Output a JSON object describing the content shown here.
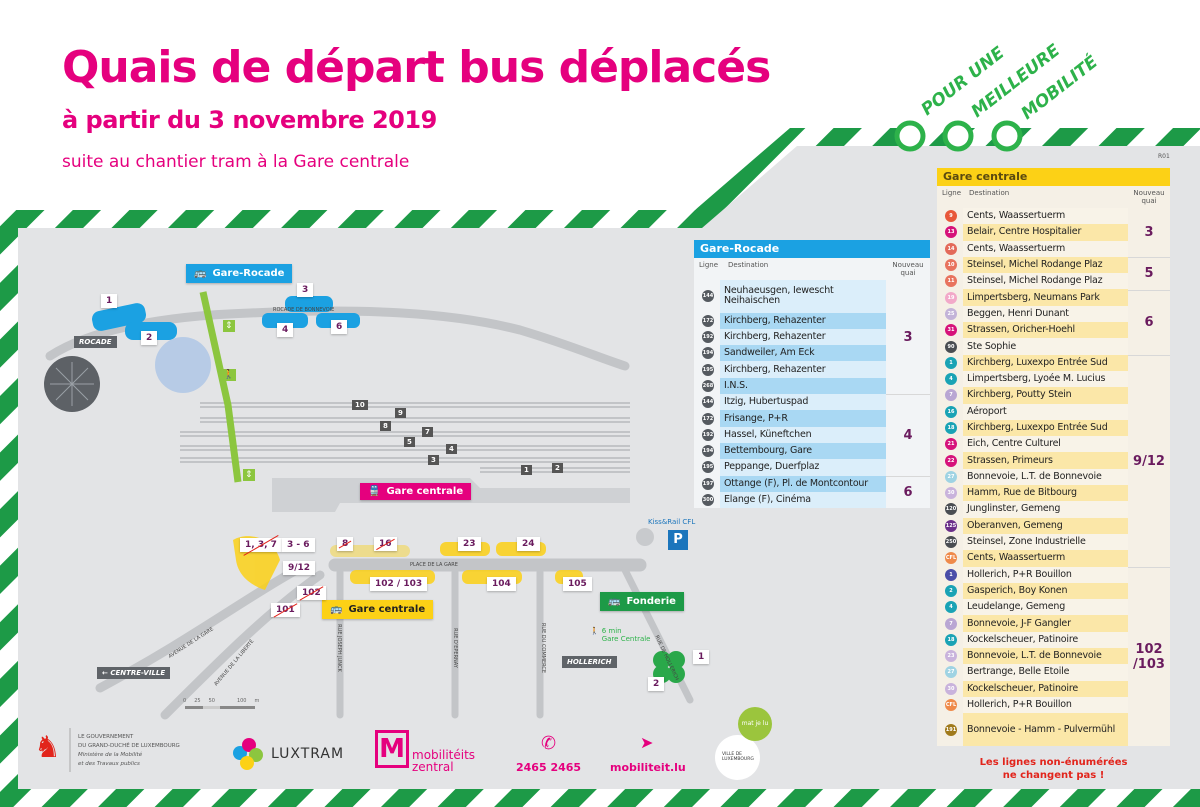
{
  "header": {
    "title": "Quais de départ bus déplacés",
    "subtitle": "à partir du 3 novembre 2019",
    "tagline": "suite au chantier tram à la Gare centrale",
    "slogan": [
      "POUR UNE",
      "MEILLEURE",
      "MOBILITÉ"
    ],
    "ref": "R01"
  },
  "colors": {
    "brand_pink": "#e5007e",
    "frame_green": "#1d9a47",
    "rocade_blue": "#1ba1e2",
    "centrale_yellow": "#fcd116",
    "map_bg": "#e3e4e6"
  },
  "map": {
    "signs": {
      "gare_rocade": "Gare-Rocade",
      "gare_centrale_train": "Gare centrale",
      "gare_centrale_bus": "Gare centrale",
      "fonderie": "Fonderie"
    },
    "roads": {
      "rocade": "ROCADE",
      "rocade_bonnevoie": "ROCADE DE BONNEVOIE",
      "place_gare": "PLACE DE LA GARE",
      "avenue_gare": "AVENUE DE LA GARE",
      "avenue_liberte": "AVENUE DE LA LIBERTÉ",
      "rue_junck": "RUE JOSEPH JUNCK",
      "rue_epernay": "RUE D'EPERNAY",
      "rue_commerce": "RUE DU COMMERCE",
      "rue_hollerich": "RUE DE HOLLERICH"
    },
    "places": {
      "centre_ville": "CENTRE-VILLE",
      "hollerich": "HOLLERICH",
      "kiss_rail": "Kiss&Rail CFL",
      "walk_time": "6 min",
      "walk_dest": "Gare Centrale",
      "parking": "P"
    },
    "rocade_stops": [
      "1",
      "2",
      "3",
      "4",
      "6"
    ],
    "centrale_stops": {
      "s137": "1, 3, 7",
      "s36": "3 - 6",
      "s912": "9/12",
      "s8": "8",
      "s16": "16",
      "s23": "23",
      "s24": "24",
      "s102103": "102 / 103",
      "s104": "104",
      "s105": "105",
      "s102": "102",
      "s101": "101"
    },
    "fonderie_stops": [
      "1",
      "2"
    ],
    "tracks": [
      "10",
      "9",
      "8",
      "7",
      "5",
      "4",
      "3",
      "2",
      "1"
    ],
    "scale": [
      "0",
      "25",
      "50",
      "100"
    ],
    "scale_unit": "m"
  },
  "gare_rocade": {
    "title": "Gare-Rocade",
    "col_ligne": "Ligne",
    "col_destination": "Destination",
    "col_quai": "Nouveau quai",
    "rows": [
      {
        "line": "144",
        "dest": "Neuhaeusgen, Iewescht Neihaischen",
        "color": "#555a60"
      },
      {
        "line": "172",
        "dest": "Kirchberg, Rehazenter",
        "color": "#555a60"
      },
      {
        "line": "192",
        "dest": "Kirchberg, Rehazenter",
        "color": "#555a60"
      },
      {
        "line": "194",
        "dest": "Sandweiler, Am Eck",
        "color": "#555a60"
      },
      {
        "line": "195",
        "dest": "Kirchberg, Rehazenter",
        "color": "#555a60"
      },
      {
        "line": "268",
        "dest": "I.N.S.",
        "color": "#555a60"
      },
      {
        "line": "144",
        "dest": "Itzig, Hubertuspad",
        "color": "#555a60"
      },
      {
        "line": "172",
        "dest": "Frisange, P+R",
        "color": "#555a60"
      },
      {
        "line": "192",
        "dest": "Hassel, Küneftchen",
        "color": "#555a60"
      },
      {
        "line": "194",
        "dest": "Bettembourg, Gare",
        "color": "#555a60"
      },
      {
        "line": "195",
        "dest": "Peppange, Duerfplaz",
        "color": "#555a60"
      },
      {
        "line": "197",
        "dest": "Ottange (F), Pl. de Montcontour",
        "color": "#555a60"
      },
      {
        "line": "300",
        "dest": "Elange (F), Cinéma",
        "color": "#555a60"
      }
    ],
    "groups": [
      {
        "quai": "3",
        "rows": 6
      },
      {
        "quai": "4",
        "rows": 5
      },
      {
        "quai": "6",
        "rows": 2
      }
    ]
  },
  "gare_centrale": {
    "title": "Gare centrale",
    "col_ligne": "Ligne",
    "col_destination": "Destination",
    "col_quai": "Nouveau quai",
    "rows": [
      {
        "line": "9",
        "dest": "Cents, Waassertuerm",
        "color": "#e8583a"
      },
      {
        "line": "13",
        "dest": "Belair, Centre Hospitalier",
        "color": "#d6127a"
      },
      {
        "line": "14",
        "dest": "Cents, Waassertuerm",
        "color": "#e36a5a"
      },
      {
        "line": "10",
        "dest": "Steinsel, Michel Rodange Plaz",
        "color": "#e8735e"
      },
      {
        "line": "11",
        "dest": "Steinsel, Michel Rodange Plaz",
        "color": "#e8735e"
      },
      {
        "line": "19",
        "dest": "Limpertsberg, Neumans Park",
        "color": "#f2a9c9"
      },
      {
        "line": "25",
        "dest": "Beggen, Henri Dunant",
        "color": "#c3b3d8"
      },
      {
        "line": "31",
        "dest": "Strassen, Oricher-Hoehl",
        "color": "#d6127a"
      },
      {
        "line": "90",
        "dest": "Ste Sophie",
        "color": "#4a4d52"
      },
      {
        "line": "1",
        "dest": "Kirchberg, Luxexpo Entrée Sud",
        "color": "#1aa3b5"
      },
      {
        "line": "4",
        "dest": "Limpertsberg, Lyoée M. Lucius",
        "color": "#1aa3b5"
      },
      {
        "line": "7",
        "dest": "Kirchberg, Poutty Stein",
        "color": "#b9a6d3"
      },
      {
        "line": "16",
        "dest": "Aéroport",
        "color": "#1aa3b5"
      },
      {
        "line": "18",
        "dest": "Kirchberg, Luxexpo Entrée Sud",
        "color": "#1aa3b5"
      },
      {
        "line": "21",
        "dest": "Eich, Centre Culturel",
        "color": "#d6127a"
      },
      {
        "line": "22",
        "dest": "Strassen, Primeurs",
        "color": "#d6127a"
      },
      {
        "line": "27",
        "dest": "Bonnevoie, L.T. de Bonnevoie",
        "color": "#9fd3e3"
      },
      {
        "line": "30",
        "dest": "Hamm, Rue de Bitbourg",
        "color": "#c9b3dc"
      },
      {
        "line": "120",
        "dest": "Junglinster, Gemeng",
        "color": "#4a4d52"
      },
      {
        "line": "125",
        "dest": "Oberanven, Gemeng",
        "color": "#6b2f8a"
      },
      {
        "line": "250",
        "dest": "Steinsel, Zone Industrielle",
        "color": "#4a4d52"
      },
      {
        "line": "CFL",
        "dest": "Cents, Waassertuerm",
        "color": "#ef8a4a"
      },
      {
        "line": "1",
        "dest": "Hollerich, P+R Bouillon",
        "color": "#4b4ea8"
      },
      {
        "line": "2",
        "dest": "Gasperich, Boy Konen",
        "color": "#1aa3b5"
      },
      {
        "line": "4",
        "dest": "Leudelange, Gemeng",
        "color": "#1aa3b5"
      },
      {
        "line": "7",
        "dest": "Bonnevoie, J-F Gangler",
        "color": "#b9a6d3"
      },
      {
        "line": "18",
        "dest": "Kockelscheuer, Patinoire",
        "color": "#1aa3b5"
      },
      {
        "line": "23",
        "dest": "Bonnevoie, L.T. de Bonnevoie",
        "color": "#c9b3dc"
      },
      {
        "line": "27",
        "dest": "Bertrange, Belle Etoile",
        "color": "#9fd3e3"
      },
      {
        "line": "30",
        "dest": "Kockelscheuer, Patinoire",
        "color": "#c9b3dc"
      },
      {
        "line": "CFL",
        "dest": "Hollerich, P+R Bouillon",
        "color": "#ef8a4a"
      },
      {
        "line": "191",
        "dest": "Bonnevoie - Hamm - Pulvermühl",
        "color": "#a07a1c"
      }
    ],
    "groups": [
      {
        "quai": "3",
        "rows": 3
      },
      {
        "quai": "5",
        "rows": 2
      },
      {
        "quai": "6",
        "rows": 4
      },
      {
        "quai": "9/12",
        "rows": 13
      },
      {
        "quai": "102 /103",
        "rows": 10
      }
    ],
    "note_line1": "Les lignes non-énumérées",
    "note_line2": "ne changent pas !"
  },
  "footer": {
    "gov": [
      "LE GOUVERNEMENT",
      "DU GRAND-DUCHÉ DE LUXEMBOURG",
      "Ministère de la Mobilité",
      "et des Travaux publics"
    ],
    "luxtram": "LUXTRAM",
    "mobiliteits_1": "mobilitéits",
    "mobiliteits_2": "zentral",
    "phone": "2465 2465",
    "website": "mobiliteit.lu",
    "badge": "mat je lu",
    "ville": "VILLE DE LUXEMBOURG"
  }
}
